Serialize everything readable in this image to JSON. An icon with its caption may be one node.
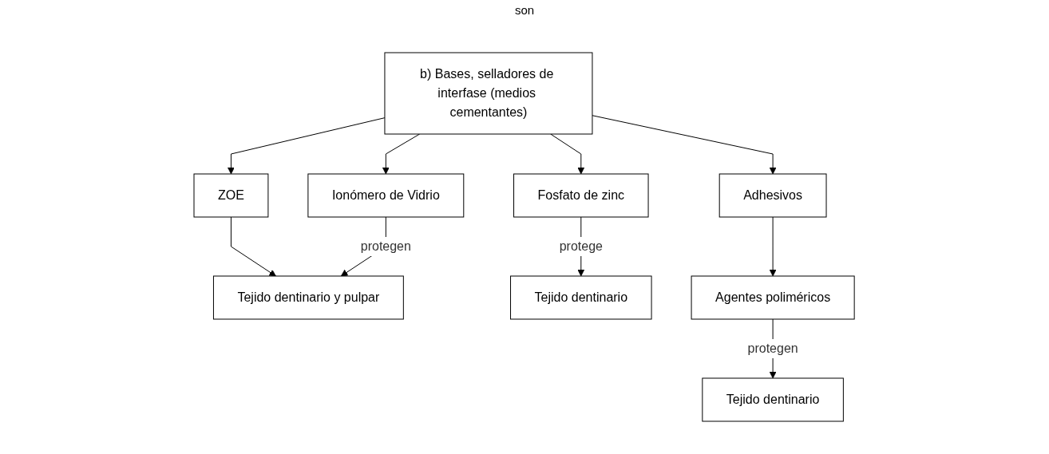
{
  "diagram": {
    "nodes": [
      {
        "text": [
          "b) Bases, selladores de interfase (medios cementantes)"
        ]
      },
      {
        "text": [
          "ZOE"
        ]
      },
      {
        "text": [
          "Ionómero de Vidrio"
        ]
      },
      {
        "text": [
          "Fosfato de zinc"
        ]
      },
      {
        "text": [
          "Adhesivos"
        ]
      },
      {
        "text": [
          "Tejido dentinario y pulpar"
        ]
      },
      {
        "text": [
          "Tejido dentinario"
        ]
      },
      {
        "text": [
          "Agentes poliméricos"
        ]
      },
      {
        "text": [
          "Tejido dentinario"
        ]
      }
    ],
    "edges": [
      {
        "from": 0,
        "to": 1,
        "arrow": "to"
      },
      {
        "from": 0,
        "to": 2,
        "arrow": "to"
      },
      {
        "from": 0,
        "to": 3,
        "arrow": "to"
      },
      {
        "from": 0,
        "to": 4,
        "arrow": "to"
      },
      {
        "from": 1,
        "to": 5,
        "arrow": "to"
      },
      {
        "from": 2,
        "to": 5,
        "arrow": "to",
        "label": "protegen"
      },
      {
        "from": 3,
        "to": 6,
        "arrow": "to",
        "label": "protege"
      },
      {
        "from": 4,
        "to": 7,
        "arrow": "to"
      },
      {
        "from": 7,
        "to": 8,
        "arrow": "to",
        "label": "protegen"
      }
    ],
    "labels": [
      "son"
    ]
  }
}
